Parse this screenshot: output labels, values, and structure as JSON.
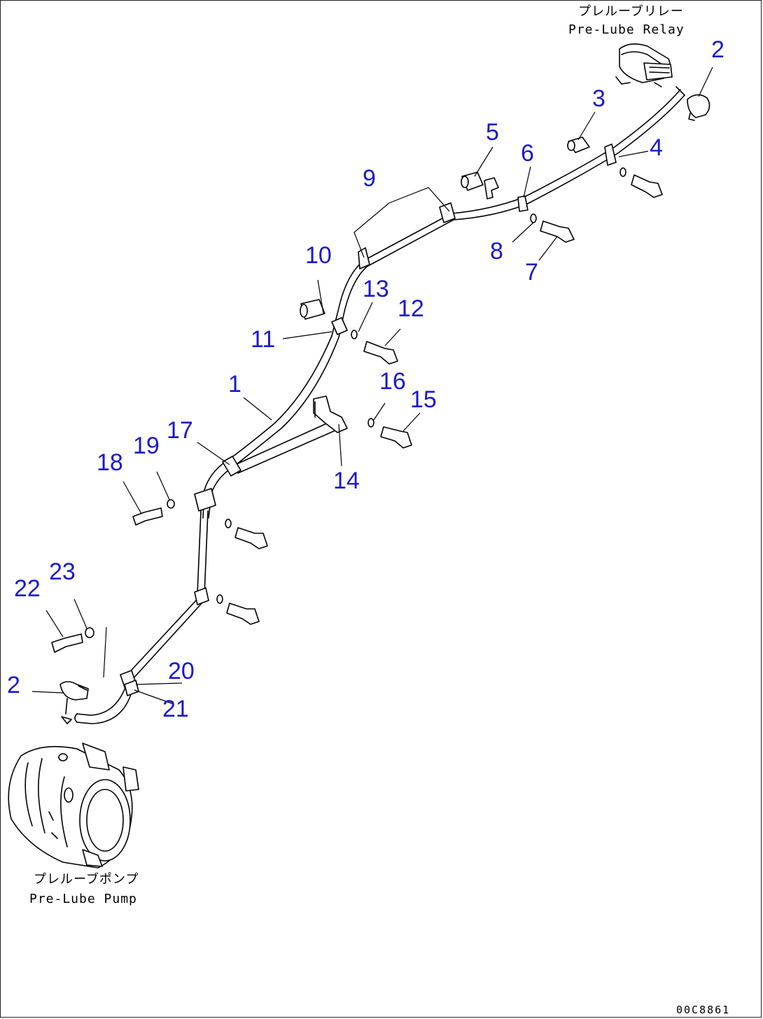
{
  "relay_label": {
    "jp": "プレルーブリレー",
    "en": "Pre-Lube Relay"
  },
  "pump_label": {
    "jp": "プレルーブポンプ",
    "en": "Pre-Lube Pump"
  },
  "drawing_code": "00C8861",
  "part_numbers": [
    "1",
    "2",
    "2",
    "3",
    "4",
    "5",
    "6",
    "7",
    "8",
    "9",
    "10",
    "11",
    "12",
    "13",
    "14",
    "15",
    "16",
    "17",
    "18",
    "19",
    "20",
    "21",
    "22",
    "23"
  ]
}
